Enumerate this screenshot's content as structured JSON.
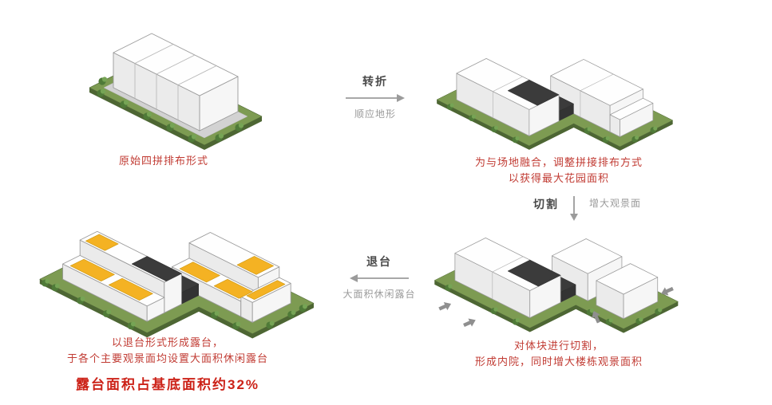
{
  "palette": {
    "green_top": "#7d9b52",
    "green_side": "#4d6633",
    "walkway": "#d2d2d2",
    "building_top": "#fefefe",
    "building_side": "#ebebeb",
    "building_end": "#f6f6f6",
    "outline": "#9a9a9a",
    "dark_roof": "#3b3b3b",
    "dark_roof_side": "#2a2a2a",
    "terrace_yellow": "#f4b223",
    "terrace_edge": "#cf9a15",
    "tree_dark": "#4f7a38",
    "tree_light": "#76a455",
    "arrow_gray": "#9b9b9b",
    "label_dark": "#4a4a4a",
    "caption_red": "#c13b33",
    "footnote_red": "#cc2218"
  },
  "stages": {
    "stage1": {
      "caption": "原始四拼排布形式"
    },
    "stage2": {
      "caption_line1": "为与场地融合，调整拼接排布方式",
      "caption_line2": "以获得最大花园面积"
    },
    "stage3": {
      "caption_line1": "对体块进行切割，",
      "caption_line2": "形成内院，同时增大楼栋观景面积"
    },
    "stage4": {
      "caption_line1": "以退台形式形成露台，",
      "caption_line2": "于各个主要观景面均设置大面积休闲露台"
    }
  },
  "transitions": {
    "fold": {
      "label": "转折",
      "sublabel": "顺应地形",
      "direction": "right"
    },
    "cut": {
      "label": "切割",
      "sublabel": "增大观景面",
      "direction": "down"
    },
    "setback": {
      "label": "退台",
      "sublabel": "大面积休闲露台",
      "direction": "left"
    }
  },
  "footnote": "露台面积占基底面积约32%"
}
